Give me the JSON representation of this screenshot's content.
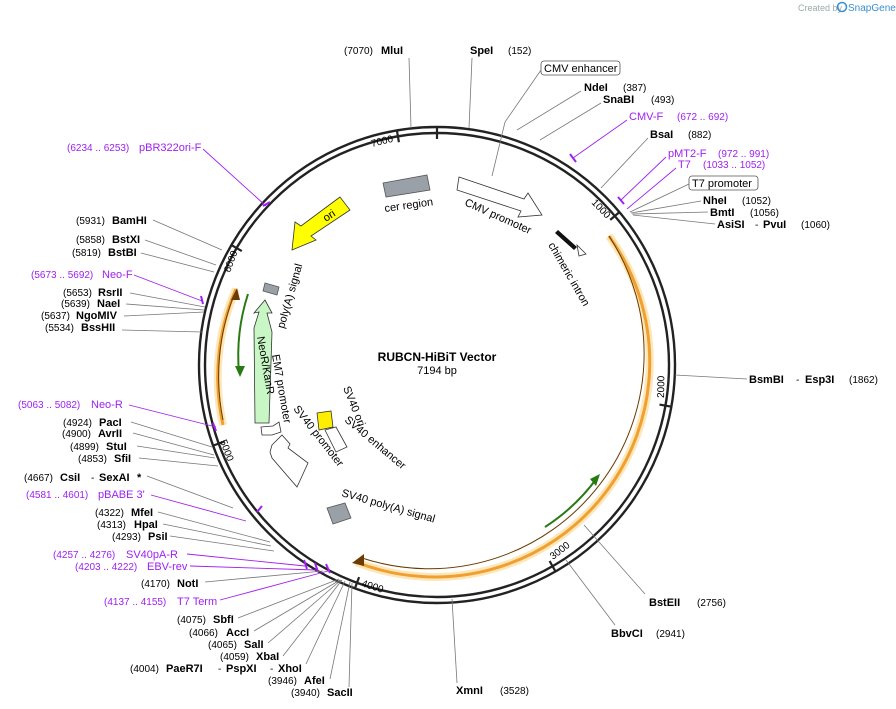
{
  "credit": {
    "created_by": "Created by",
    "brand": "SnapGene"
  },
  "plasmid": {
    "name": "RUBCN-HiBiT Vector",
    "length_label": "7194 bp"
  },
  "ticks": [
    "1000",
    "2000",
    "3000",
    "4000",
    "5000",
    "6000",
    "7000"
  ],
  "features": {
    "cer_region": "cer region",
    "ori": "ori",
    "cmv_promoter": "CMV promoter",
    "chimeric_intron": "chimeric intron",
    "polyA_signal": "poly(A) signal",
    "neo": "NeoR/KanR",
    "em7": "EM7 promoter",
    "sv40_ori": "SV40 ori",
    "sv40_enhancer": "SV40 enhancer",
    "sv40_promoter": "SV40 promoter",
    "sv40_polyA": "SV40 poly(A) signal"
  },
  "enzymes": {
    "mlu": {
      "pos": "(7070)",
      "name": "MluI"
    },
    "spe": {
      "name": "SpeI",
      "pos": "(152)"
    },
    "nde": {
      "name": "NdeI",
      "pos": "(387)"
    },
    "snab": {
      "name": "SnaBI",
      "pos": "(493)"
    },
    "bsa": {
      "name": "BsaI",
      "pos": "(882)"
    },
    "nhe": {
      "name": "NheI",
      "pos": "(1052)"
    },
    "bmt": {
      "name": "BmtI",
      "pos": "(1056)"
    },
    "asis": {
      "name": "AsiSI",
      "sep": "-",
      "name2": "PvuI",
      "pos": "(1060)"
    },
    "bsmb": {
      "name": "BsmBI",
      "sep": "-",
      "name2": "Esp3I",
      "pos": "(1862)"
    },
    "bste": {
      "name": "BstEII",
      "pos": "(2756)"
    },
    "bbvc": {
      "name": "BbvCI",
      "pos": "(2941)"
    },
    "xmn": {
      "name": "XmnI",
      "pos": "(3528)"
    },
    "bamh": {
      "pos": "(5931)",
      "name": "BamHI"
    },
    "bstx": {
      "pos": "(5858)",
      "name": "BstXI"
    },
    "bstb": {
      "pos": "(5819)",
      "name": "BstBI"
    },
    "rsr": {
      "pos": "(5653)",
      "name": "RsrII"
    },
    "nae": {
      "pos": "(5639)",
      "name": "NaeI"
    },
    "ngo": {
      "pos": "(5637)",
      "name": "NgoMIV"
    },
    "bss": {
      "pos": "(5534)",
      "name": "BssHII"
    },
    "pac": {
      "pos": "(4924)",
      "name": "PacI"
    },
    "avr": {
      "pos": "(4900)",
      "name": "AvrII"
    },
    "stu": {
      "pos": "(4899)",
      "name": "StuI"
    },
    "sfi": {
      "pos": "(4853)",
      "name": "SfiI"
    },
    "csi": {
      "pos": "(4667)",
      "name": "CsiI",
      "sep": "-",
      "name2": "SexAI",
      "star": "*"
    },
    "mfe": {
      "pos": "(4322)",
      "name": "MfeI"
    },
    "hpa": {
      "pos": "(4313)",
      "name": "HpaI"
    },
    "psi": {
      "pos": "(4293)",
      "name": "PsiI"
    },
    "not": {
      "pos": "(4170)",
      "name": "NotI"
    },
    "sbf": {
      "pos": "(4075)",
      "name": "SbfI"
    },
    "acc": {
      "pos": "(4066)",
      "name": "AccI"
    },
    "sal": {
      "pos": "(4065)",
      "name": "SalI"
    },
    "xba": {
      "pos": "(4059)",
      "name": "XbaI"
    },
    "pae": {
      "pos": "(4004)",
      "name": "PaeR7I",
      "sep": "-",
      "name2": "PspXI",
      "sep2": "-",
      "name3": "XhoI"
    },
    "afe": {
      "pos": "(3946)",
      "name": "AfeI"
    },
    "sac": {
      "pos": "(3940)",
      "name": "SacII"
    }
  },
  "primers": {
    "cmvf": {
      "name": "CMV-F",
      "range": "(672 .. 692)"
    },
    "pmt2f": {
      "name": "pMT2-F",
      "range": "(972 .. 991)"
    },
    "t7": {
      "name": "T7",
      "range": "(1033 .. 1052)"
    },
    "pbr": {
      "range": "(6234 .. 6253)",
      "name": "pBR322ori-F"
    },
    "neof": {
      "range": "(5673 .. 5692)",
      "name": "Neo-F"
    },
    "neor": {
      "range": "(5063 .. 5082)",
      "name": "Neo-R"
    },
    "pbabe": {
      "range": "(4581 .. 4601)",
      "name": "pBABE 3'"
    },
    "sv40pa": {
      "range": "(4257 .. 4276)",
      "name": "SV40pA-R"
    },
    "ebv": {
      "range": "(4203 .. 4222)",
      "name": "EBV-rev"
    },
    "t7term": {
      "range": "(4137 .. 4155)",
      "name": "T7 Term"
    }
  },
  "boxed": {
    "cmv_enhancer": "CMV enhancer",
    "t7_promoter": "T7 promoter"
  },
  "colors": {
    "backbone": "#222222",
    "ori": "#ffff00",
    "neo": "#c8f7c5",
    "grey_feature": "#9aa0a8",
    "orf_orange": "#f0a030",
    "primer": "#a020f0",
    "sv40_ori": "#ffee00"
  }
}
